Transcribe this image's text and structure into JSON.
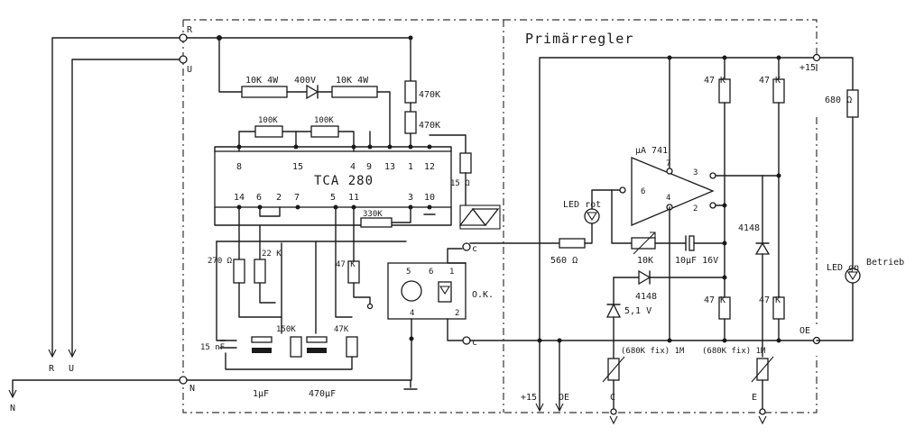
{
  "section_title": "Primärregler",
  "ic_main": {
    "name": "TCA 280",
    "pins_top": [
      "8",
      "15",
      "4",
      "9",
      "13",
      "1",
      "12"
    ],
    "pins_bottom": [
      "14",
      "6",
      "2",
      "7",
      "5",
      "11",
      "3",
      "10"
    ]
  },
  "opamp": {
    "name": "μA 741",
    "pins": [
      "6",
      "7",
      "4",
      "3",
      "2"
    ]
  },
  "terminals": {
    "R": "R",
    "U": "U",
    "N": "N",
    "R_bottom": "R",
    "U_bottom": "U",
    "N_bottom": "N",
    "plus15_bottom": "+15",
    "oe_bottom": "OE",
    "c_bottom": "C",
    "e_bottom": "E",
    "plus15_right": "+15",
    "oe_right": "OE"
  },
  "components": {
    "r_10k_4w_a": "10K 4W",
    "d_400v": "400V",
    "r_10k_4w_b": "10K 4W",
    "r_470k": "470K",
    "r_470k_b": "470K",
    "r_100k_a": "100K",
    "r_100k_b": "100K",
    "r_15_ohm": "15 Ω",
    "r_330k": "330K",
    "r_270": "270 Ω",
    "r_22k": "22 K",
    "r_47k_a": "47 K",
    "r_47k_b": "47K",
    "r_150k": "150K",
    "c_15nf": "15 nF",
    "c_1uf": "1μF",
    "c_470uf": "470μF",
    "ok_label": "O.K.",
    "led_rot": "LED rot",
    "r_560": "560 Ω",
    "pot_10k": "10K",
    "c_10uf": "10μF 16V",
    "d_4148_a": "4148",
    "d_4148_b": "4148",
    "z_51v": "5,1 V",
    "r_47k_top_a": "47 K",
    "r_47k_top_b": "47 K",
    "r_47k_bot_a": "47 K",
    "r_47k_bot_b": "47 K",
    "pot_1m_a": "(680K fix) 1M",
    "pot_1m_b": "(680K fix) 1M",
    "r_680": "680 Ω",
    "led_gn": "LED gn",
    "betrieb": "Betrieb"
  }
}
